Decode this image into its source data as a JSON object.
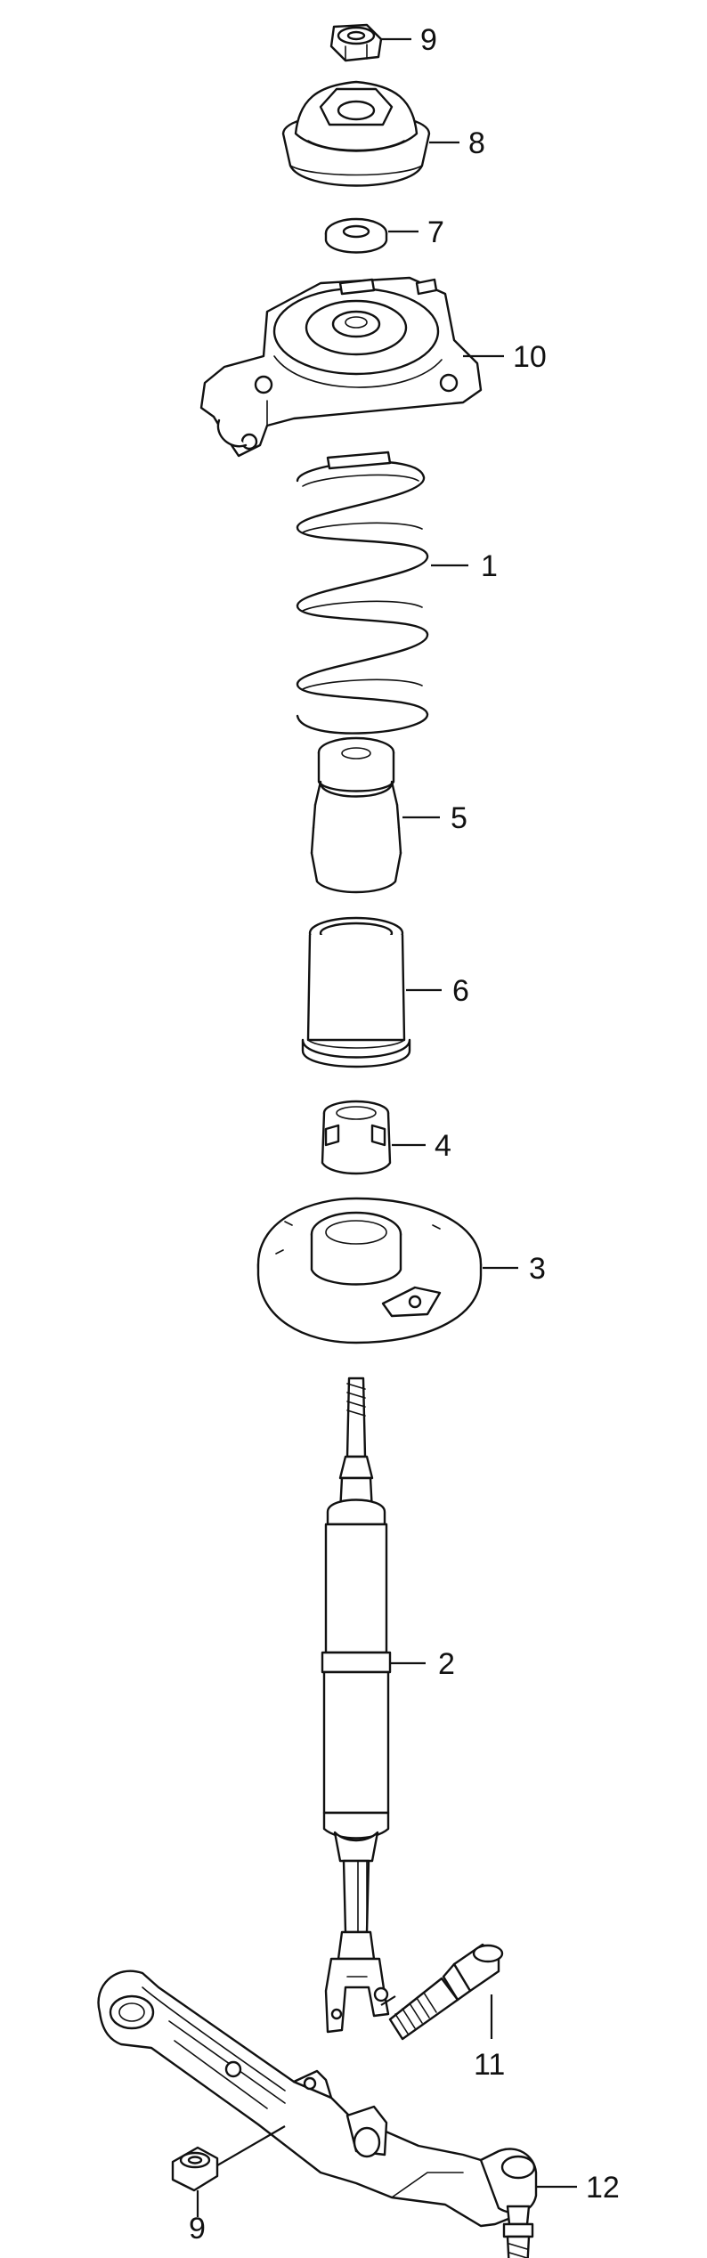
{
  "callouts": {
    "c9_top": "9",
    "c8": "8",
    "c7": "7",
    "c10": "10",
    "c1": "1",
    "c5": "5",
    "c6": "6",
    "c4": "4",
    "c3": "3",
    "c2": "2",
    "c11": "11",
    "c9_bottom": "9",
    "c12": "12"
  },
  "colors": {
    "line": "#111111",
    "background": "#ffffff"
  }
}
